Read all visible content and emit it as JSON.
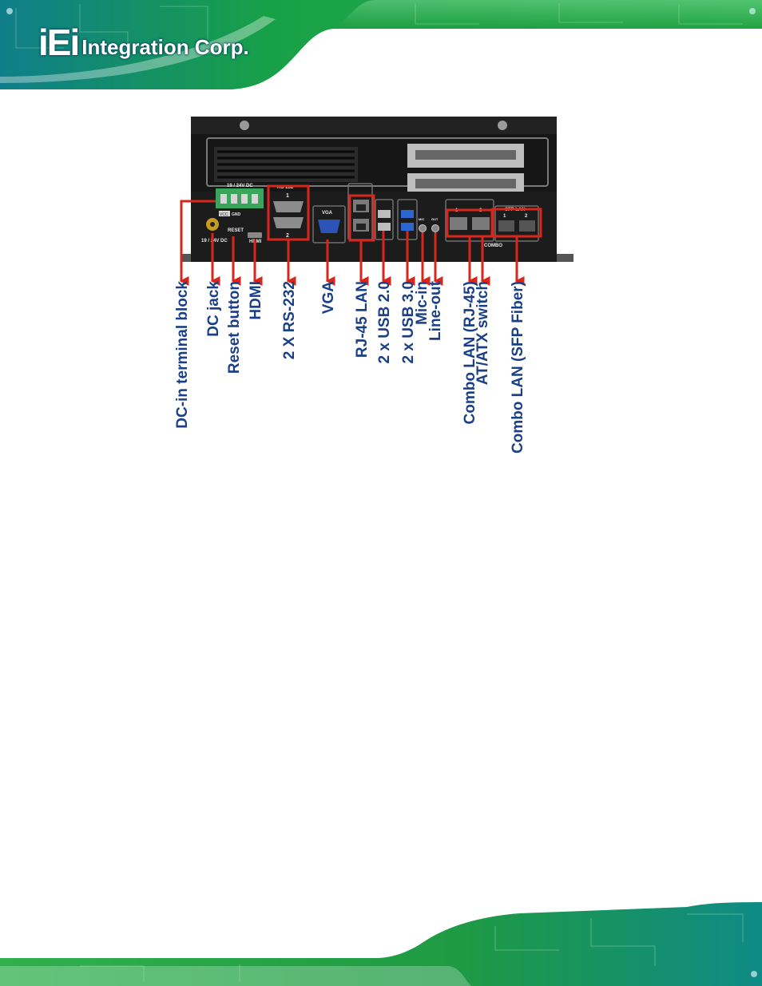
{
  "header": {
    "logo_mark": "iEi",
    "logo_text": "Integration Corp."
  },
  "panel_markings": {
    "dc_terminal": "19 / 24V DC",
    "rs232": "RS-232",
    "rs232_port1": "1",
    "rs232_port2": "2",
    "reset": "RESET",
    "dc_jack": "19 / 24V DC",
    "hdmi": "HDMI",
    "vga": "VGA",
    "sfp_lan": "SFP LAN",
    "combo": "COMBO",
    "combo_rj45_1": "1",
    "combo_rj45_2": "2",
    "sfp_1": "1",
    "sfp_2": "2",
    "vcc": "VCC",
    "gnd": "GND",
    "out": "OUT",
    "mic": "MIC"
  },
  "callouts": [
    {
      "id": "dc-in-terminal-block",
      "text": "DC-in terminal block"
    },
    {
      "id": "dc-jack",
      "text": "DC jack"
    },
    {
      "id": "reset-button",
      "text": "Reset button"
    },
    {
      "id": "hdmi",
      "text": "HDMI"
    },
    {
      "id": "rs232",
      "text": "2 X RS-232"
    },
    {
      "id": "vga",
      "text": "VGA"
    },
    {
      "id": "rj45-lan",
      "text": "RJ-45 LAN"
    },
    {
      "id": "usb2",
      "text": "2 x USB 2.0"
    },
    {
      "id": "usb3",
      "text": "2 x USB 3.0"
    },
    {
      "id": "mic-in",
      "text": "Mic-in"
    },
    {
      "id": "line-out",
      "text": "Line-out"
    },
    {
      "id": "combo-lan-rj45",
      "text": "Combo LAN (RJ-45)"
    },
    {
      "id": "at-atx-switch",
      "text": "AT/ATX switch"
    },
    {
      "id": "combo-lan-sfp",
      "text": "Combo LAN (SFP Fiber)"
    }
  ],
  "colors": {
    "callout_text": "#1a3f86",
    "callout_arrow": "#d9261c",
    "banner_green": "#1fa34a",
    "banner_teal": "#0f8f9a"
  }
}
